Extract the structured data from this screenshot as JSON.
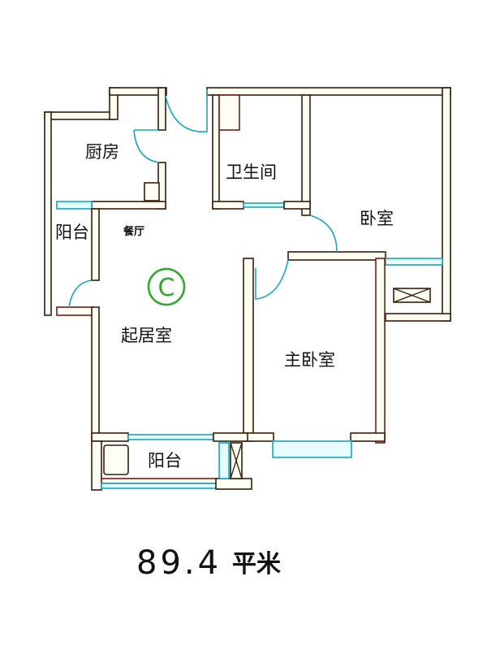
{
  "plan": {
    "rooms": {
      "kitchen": "厨房",
      "bathroom": "卫生间",
      "bedroom": "卧室",
      "balcony_left": "阳台",
      "dining": "餐厅",
      "living": "起居室",
      "master_bedroom": "主卧室",
      "balcony_bottom": "阳台"
    },
    "unit_type_badge": "C",
    "area_value": "89.4",
    "area_unit": "平米"
  },
  "colors": {
    "wall_outline": "#3a1c0c",
    "window": "#14a8c0",
    "badge": "#2ea82e"
  }
}
